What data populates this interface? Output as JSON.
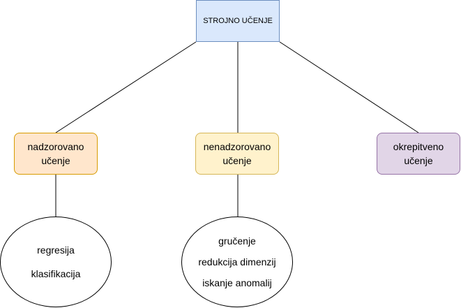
{
  "root": {
    "label": "STROJNO UČENJE",
    "fill": "#dae8fc",
    "stroke": "#6c8ebf"
  },
  "categories": [
    {
      "label": "nadzorovano učenje",
      "fill": "#ffe6cc",
      "stroke": "#d79b00"
    },
    {
      "label": "nenadzorovano učenje",
      "fill": "#fff2cc",
      "stroke": "#d6b656"
    },
    {
      "label": "okrepitveno učenje",
      "fill": "#e1d5e7",
      "stroke": "#9673a6"
    }
  ],
  "supervised_methods": [
    "regresija",
    "klasifikacija"
  ],
  "unsupervised_methods": [
    "gručenje",
    "redukcija dimenzij",
    "iskanje anomalij"
  ]
}
